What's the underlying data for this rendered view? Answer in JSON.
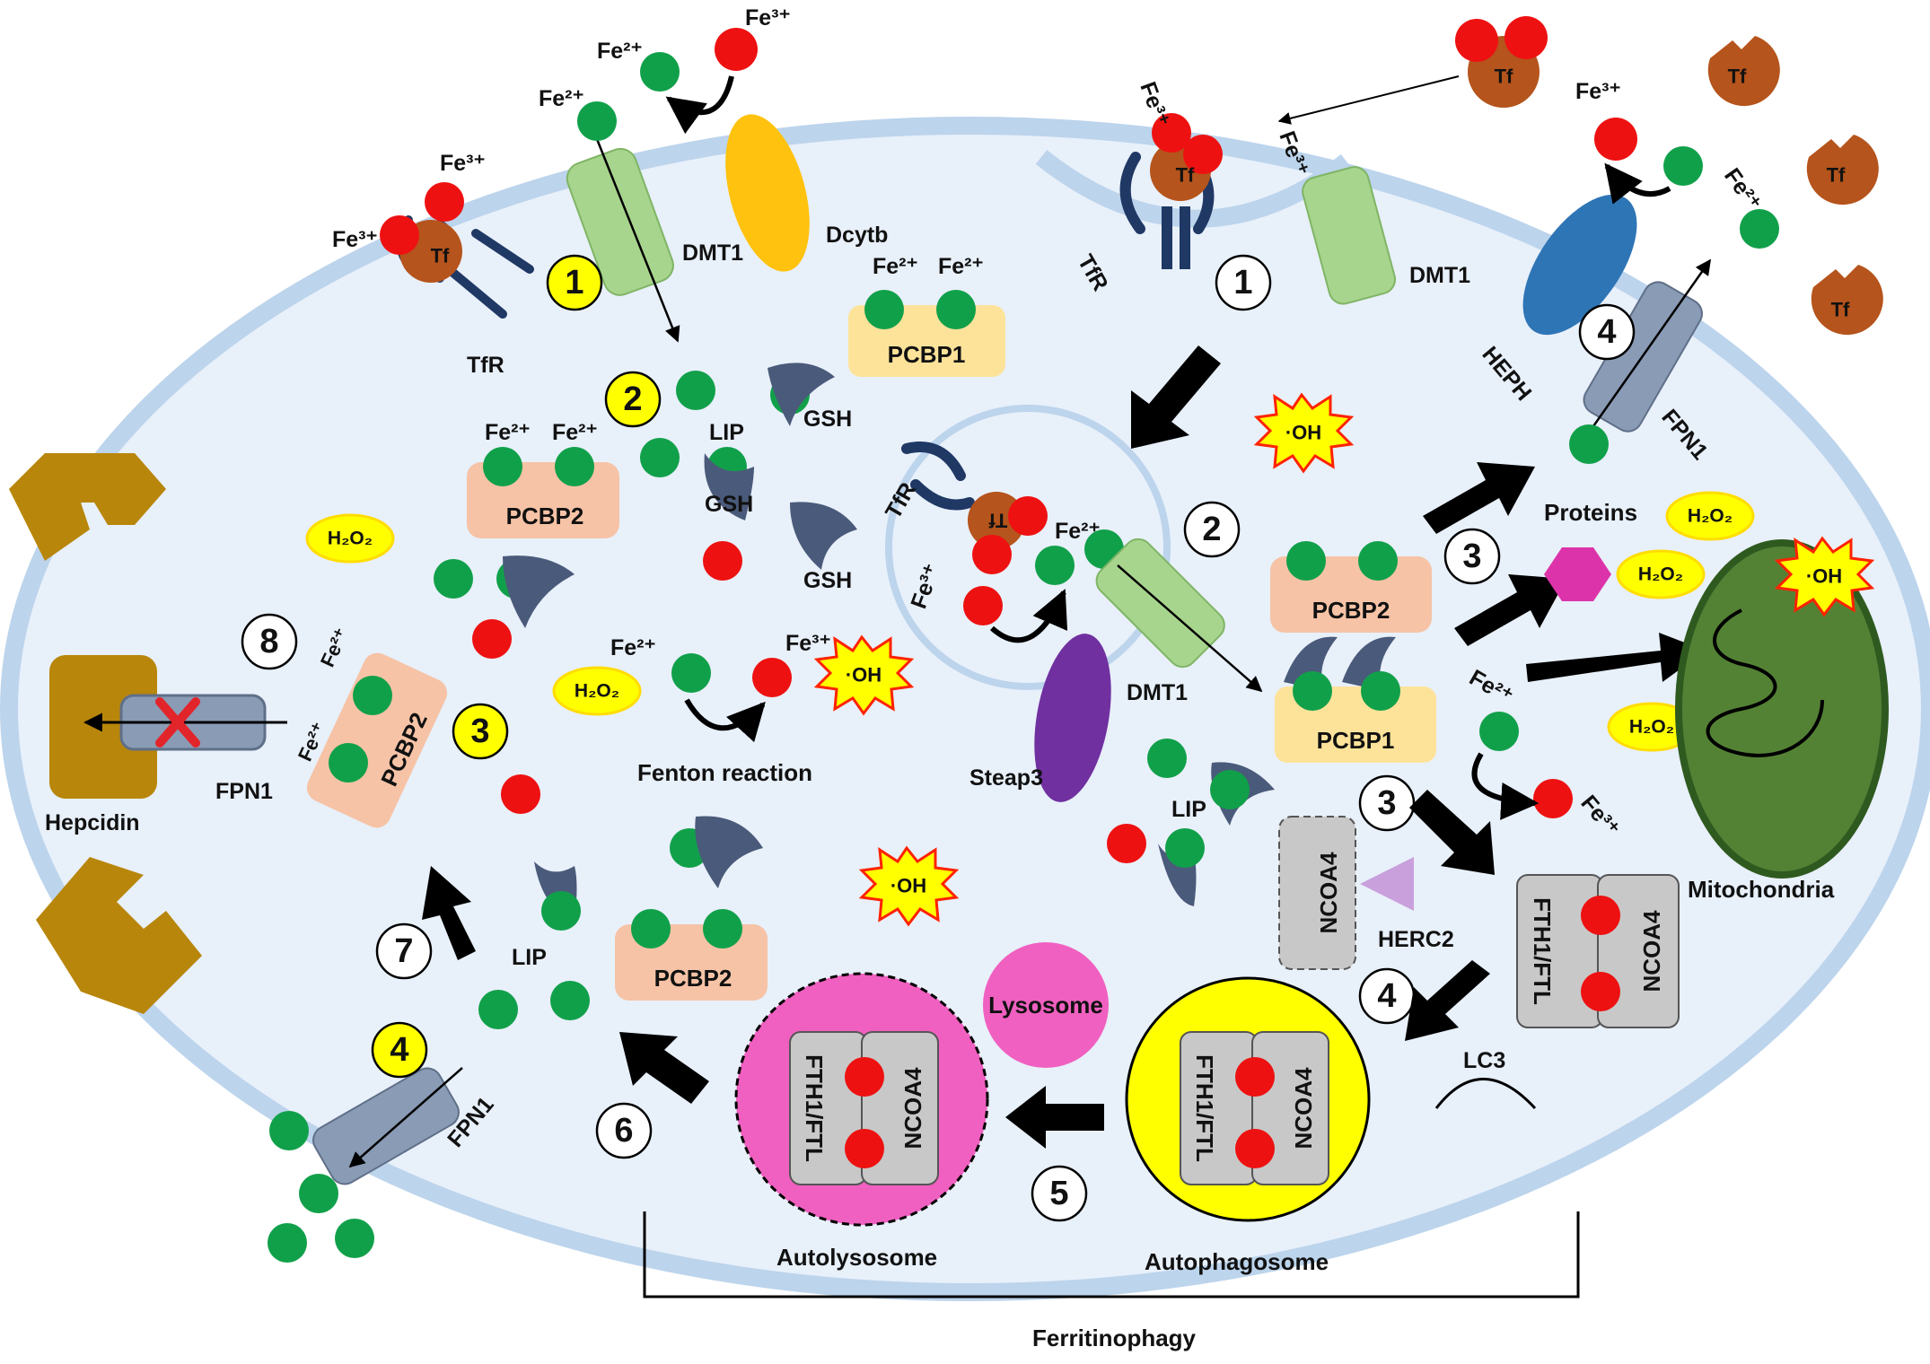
{
  "figure": {
    "type": "cellular iron metabolism and ferritinophagy diagram",
    "colors": {
      "cell_fill": "#e8f0fa",
      "membrane": "#bcd4ec",
      "fe2": "#11a04a",
      "fe3": "#ee1111",
      "tf": "#b5541c",
      "pcbp1": "#fde39a",
      "pcbp2": "#f6c3a6",
      "gsh": "#4a5a7a",
      "dmt1": "#a8d58e",
      "dcytb": "#ffc20e",
      "heph": "#2e75b6",
      "fpn1": "#8a9bb5",
      "steap3": "#7030a0",
      "hepcidin": "#b8860b",
      "lysosome": "#f060c0",
      "autophagosome": "#ffff00",
      "herc2": "#c9a0dc",
      "protein": "#dd33aa",
      "mito_outer": "#2f5a1f",
      "mito_inner": "#548235",
      "burst": "#ffff00",
      "burst_edge": "#ff2200",
      "arrow": "#000000"
    }
  },
  "labels": {
    "fe2": "Fe²⁺",
    "fe3": "Fe³⁺",
    "fe2_inline": "Fe2+",
    "tf": "Tf",
    "tfr": "TfR",
    "dmt1": "DMT1",
    "dcytb": "Dcytb",
    "pcbp1": "PCBP1",
    "pcbp2": "PCBP2",
    "lip": "LIP",
    "gsh": "GSH",
    "h2o2": "H₂O₂",
    "oh": "·OH",
    "fenton": "Fenton reaction",
    "fpn1": "FPN1",
    "heph": "HEPH",
    "hepcidin": "Hepcidin",
    "steap3": "Steap3",
    "proteins": "Proteins",
    "mitochondria": "Mitochondria",
    "ncoa4": "NCOA4",
    "herc2": "HERC2",
    "fth1_ftl": "FTH1/FTL",
    "lc3": "LC3",
    "lysosome": "Lysosome",
    "autolysosome": "Autolysosome",
    "autophagosome": "Autophagosome",
    "ferritinophagy": "Ferritinophagy"
  },
  "steps_left": [
    "1",
    "2",
    "3",
    "4",
    "7",
    "8",
    "6",
    "5"
  ],
  "steps_right": [
    "1",
    "2",
    "3",
    "3",
    "4",
    "4"
  ]
}
